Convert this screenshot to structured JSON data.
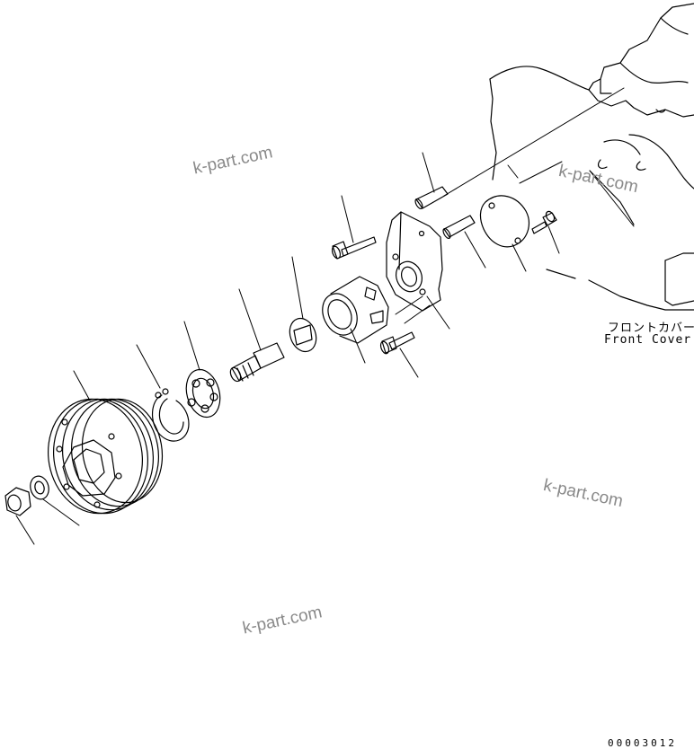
{
  "labels": {
    "front_cover_jp": "フロントカバー",
    "front_cover_en": "Front Cover"
  },
  "watermarks": [
    "k-part.com",
    "k-part.com",
    "k-part.com",
    "k-part.com"
  ],
  "drawing_code": "00003012"
}
